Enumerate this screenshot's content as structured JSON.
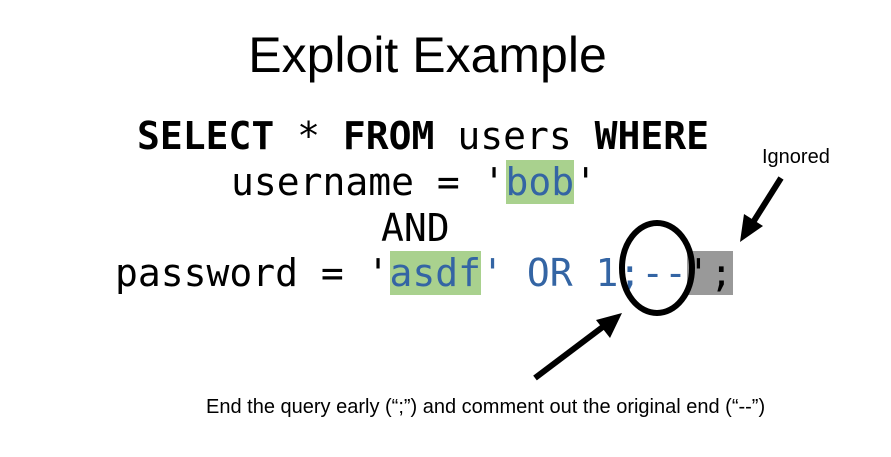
{
  "title": "Exploit Example",
  "query": {
    "line1": {
      "select": "SELECT",
      "star": " * ",
      "from": "FROM",
      "users": " users ",
      "where": "WHERE"
    },
    "line2": {
      "prefix": "username = '",
      "value": "bob",
      "suffix": "'"
    },
    "line3": {
      "and": "AND"
    },
    "line4": {
      "prefix": "password = '",
      "value": "asdf",
      "injected": "' OR 1;--",
      "ignored": "';"
    }
  },
  "annotations": {
    "ignored": "Ignored",
    "caption": "End the query early (“;”) and comment out the original end (“--”)"
  },
  "colors": {
    "highlight_green": "#a9d18e",
    "ignored_gray": "#999999",
    "injected_blue": "#3465a4"
  }
}
